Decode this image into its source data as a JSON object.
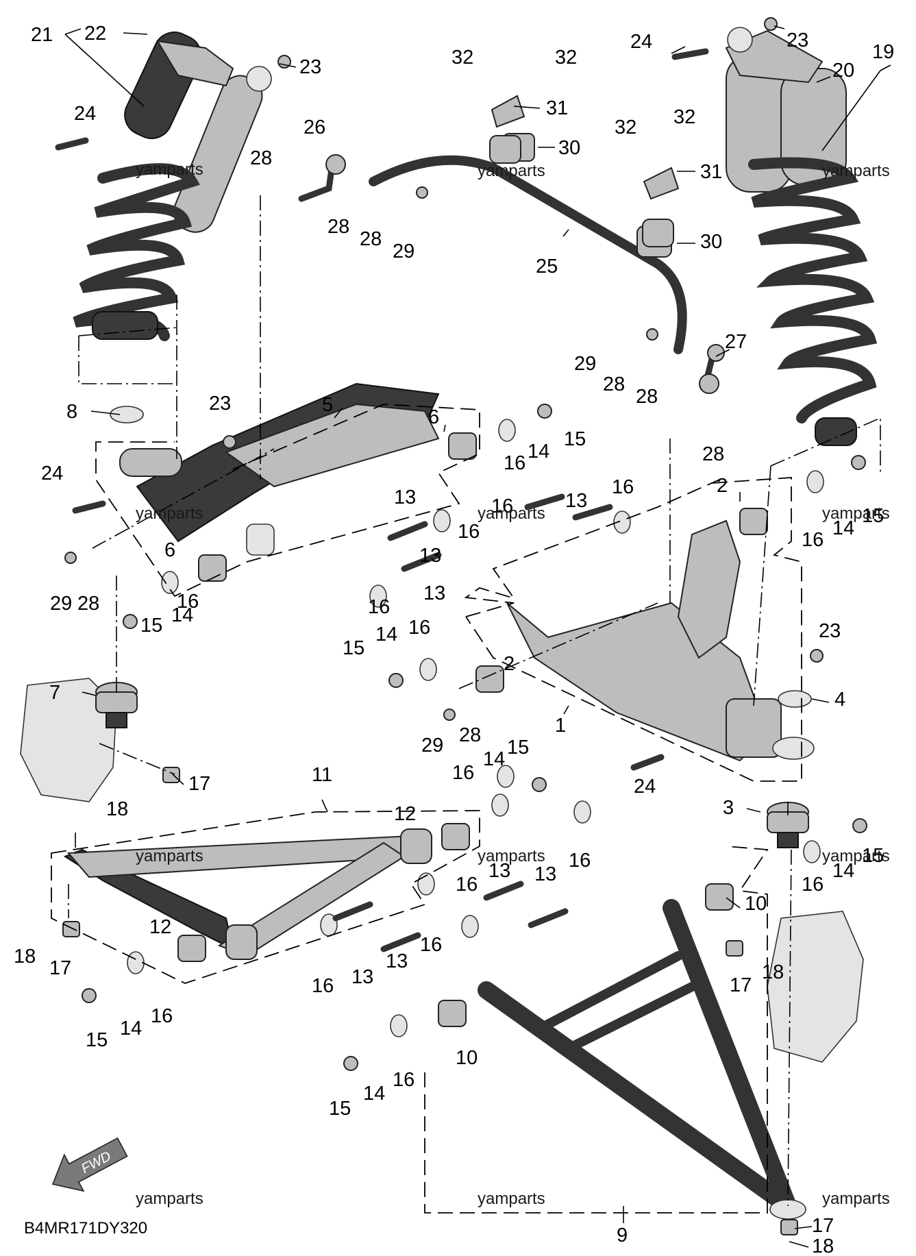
{
  "diagram_code": "B4MR171DY320",
  "watermark_text": "yamparts",
  "fwd_label": "FWD",
  "part_numbers": [
    "1",
    "2",
    "3",
    "4",
    "5",
    "6",
    "7",
    "8",
    "9",
    "10",
    "11",
    "12",
    "13",
    "14",
    "15",
    "16",
    "17",
    "18",
    "19",
    "20",
    "21",
    "22",
    "23",
    "24",
    "25",
    "26",
    "27",
    "28",
    "29",
    "30",
    "31",
    "32"
  ]
}
